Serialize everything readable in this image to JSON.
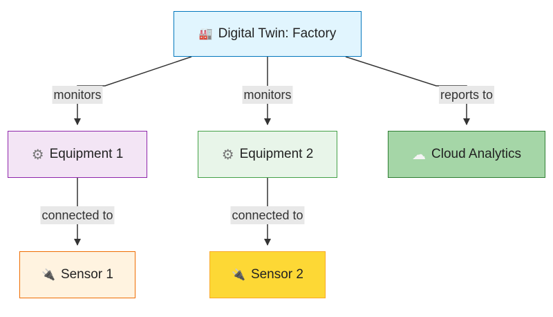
{
  "nodes": {
    "root": {
      "label": "Digital Twin: Factory",
      "icon": "🏭"
    },
    "eq1": {
      "label": "Equipment 1",
      "icon": "⚙"
    },
    "eq2": {
      "label": "Equipment 2",
      "icon": "⚙"
    },
    "cloud": {
      "label": "Cloud Analytics",
      "icon": "☁"
    },
    "s1": {
      "label": "Sensor 1",
      "icon": "🔌"
    },
    "s2": {
      "label": "Sensor 2",
      "icon": "🔌"
    }
  },
  "edges": [
    {
      "from": "root",
      "to": "eq1",
      "label": "monitors"
    },
    {
      "from": "root",
      "to": "eq2",
      "label": "monitors"
    },
    {
      "from": "root",
      "to": "cloud",
      "label": "reports to"
    },
    {
      "from": "eq1",
      "to": "s1",
      "label": "connected to"
    },
    {
      "from": "eq2",
      "to": "s2",
      "label": "connected to"
    }
  ],
  "colors": {
    "edge": "#333333",
    "label_bg": "#e8e8e8"
  }
}
